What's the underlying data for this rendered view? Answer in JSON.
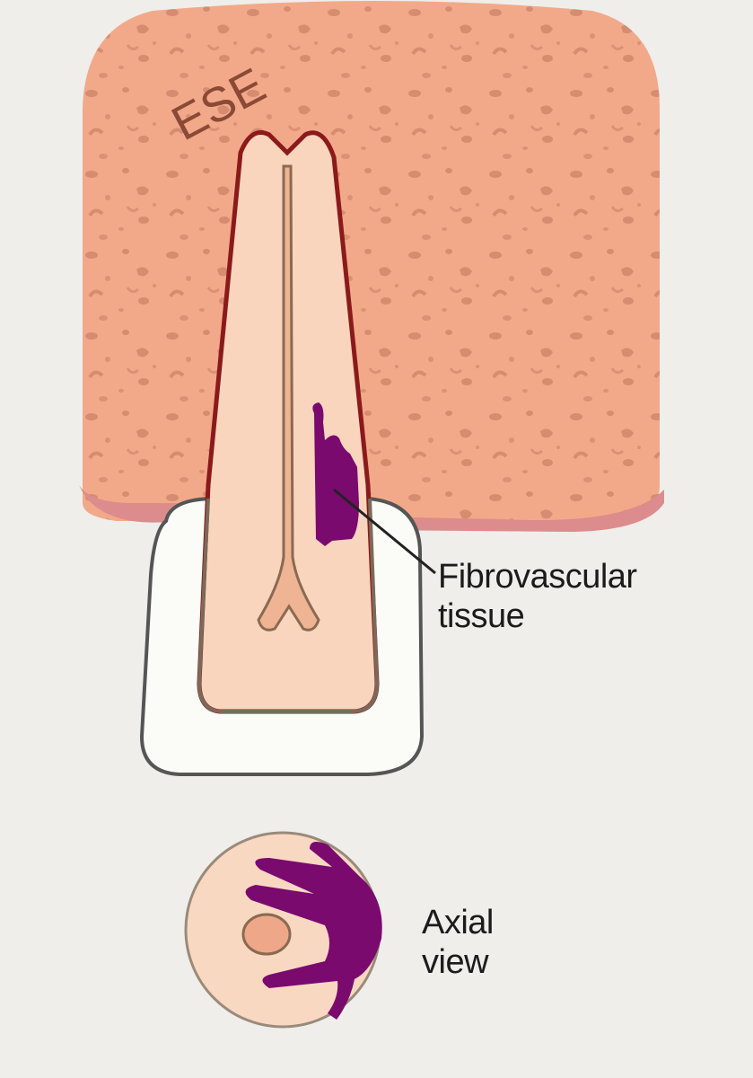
{
  "diagram": {
    "title_hidden": "",
    "bone_label": "ESE",
    "labels": {
      "fibrovascular_line1": "Fibrovascular",
      "fibrovascular_line2": "tissue",
      "axial_line1": "Axial",
      "axial_line2": "view"
    },
    "colors": {
      "background": "#efeeeb",
      "bone": "#f2a98a",
      "bone_speckle": "#c98066",
      "bone_text": "#8a4a36",
      "gum_rim": "#dc8c8c",
      "root_fill": "#f9d5bd",
      "root_outline": "#8b1a1a",
      "canal": "#efb493",
      "canal_outline": "#8a6a50",
      "crown_fill": "#fbfbf8",
      "crown_outline": "#555555",
      "fibrovascular": "#7a0a6e"
    }
  }
}
